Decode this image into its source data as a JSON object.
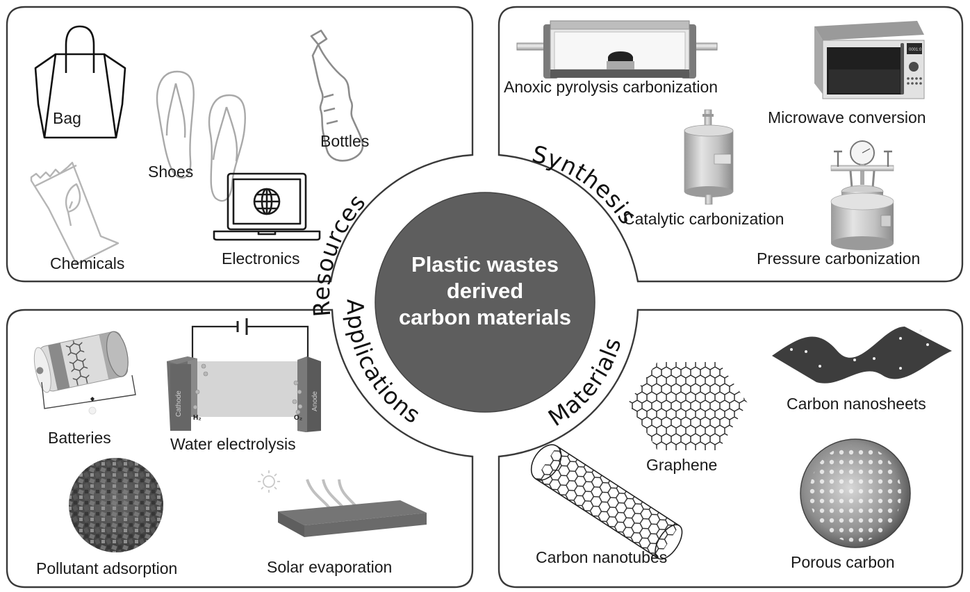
{
  "title": {
    "lines": [
      "Plastic wastes",
      "derived",
      "carbon materials"
    ]
  },
  "colors": {
    "center_fill": "#5e5e5e",
    "panel_stroke": "#3a3a3a",
    "text": "#1a1a1a",
    "center_text": "#ffffff"
  },
  "sections": {
    "resources": {
      "heading": "Resources",
      "items": [
        {
          "label": "Bag",
          "icon": "bag-icon"
        },
        {
          "label": "Shoes",
          "icon": "flip-flops-icon"
        },
        {
          "label": "Bottles",
          "icon": "bottle-icon"
        },
        {
          "label": "Chemicals",
          "icon": "chemical-bag-icon"
        },
        {
          "label": "Electronics",
          "icon": "laptop-icon"
        }
      ]
    },
    "synthesis": {
      "heading": "Synthesis",
      "items": [
        {
          "label": "Anoxic pyrolysis carbonization",
          "icon": "tube-furnace-icon"
        },
        {
          "label": "Microwave conversion",
          "icon": "microwave-icon",
          "display": "0001:0"
        },
        {
          "label": "Catalytic carbonization",
          "icon": "catalytic-reactor-icon"
        },
        {
          "label": "Pressure carbonization",
          "icon": "pressure-reactor-icon"
        }
      ]
    },
    "applications": {
      "heading": "Applications",
      "items": [
        {
          "label": "Batteries",
          "icon": "battery-icon"
        },
        {
          "label": "Water electrolysis",
          "icon": "electrolysis-cell-icon",
          "cathode": "Cathode",
          "anode": "Anode",
          "h2": "H₂",
          "o2": "O₂"
        },
        {
          "label": "Pollutant adsorption",
          "icon": "adsorbent-sphere-icon"
        },
        {
          "label": "Solar evaporation",
          "icon": "solar-evaporator-icon"
        }
      ]
    },
    "materials": {
      "heading": "Materials",
      "items": [
        {
          "label": "Graphene",
          "icon": "graphene-icon"
        },
        {
          "label": "Carbon nanosheets",
          "icon": "nanosheet-icon"
        },
        {
          "label": "Carbon nanotubes",
          "icon": "nanotube-icon"
        },
        {
          "label": "Porous carbon",
          "icon": "porous-sphere-icon"
        }
      ]
    }
  }
}
